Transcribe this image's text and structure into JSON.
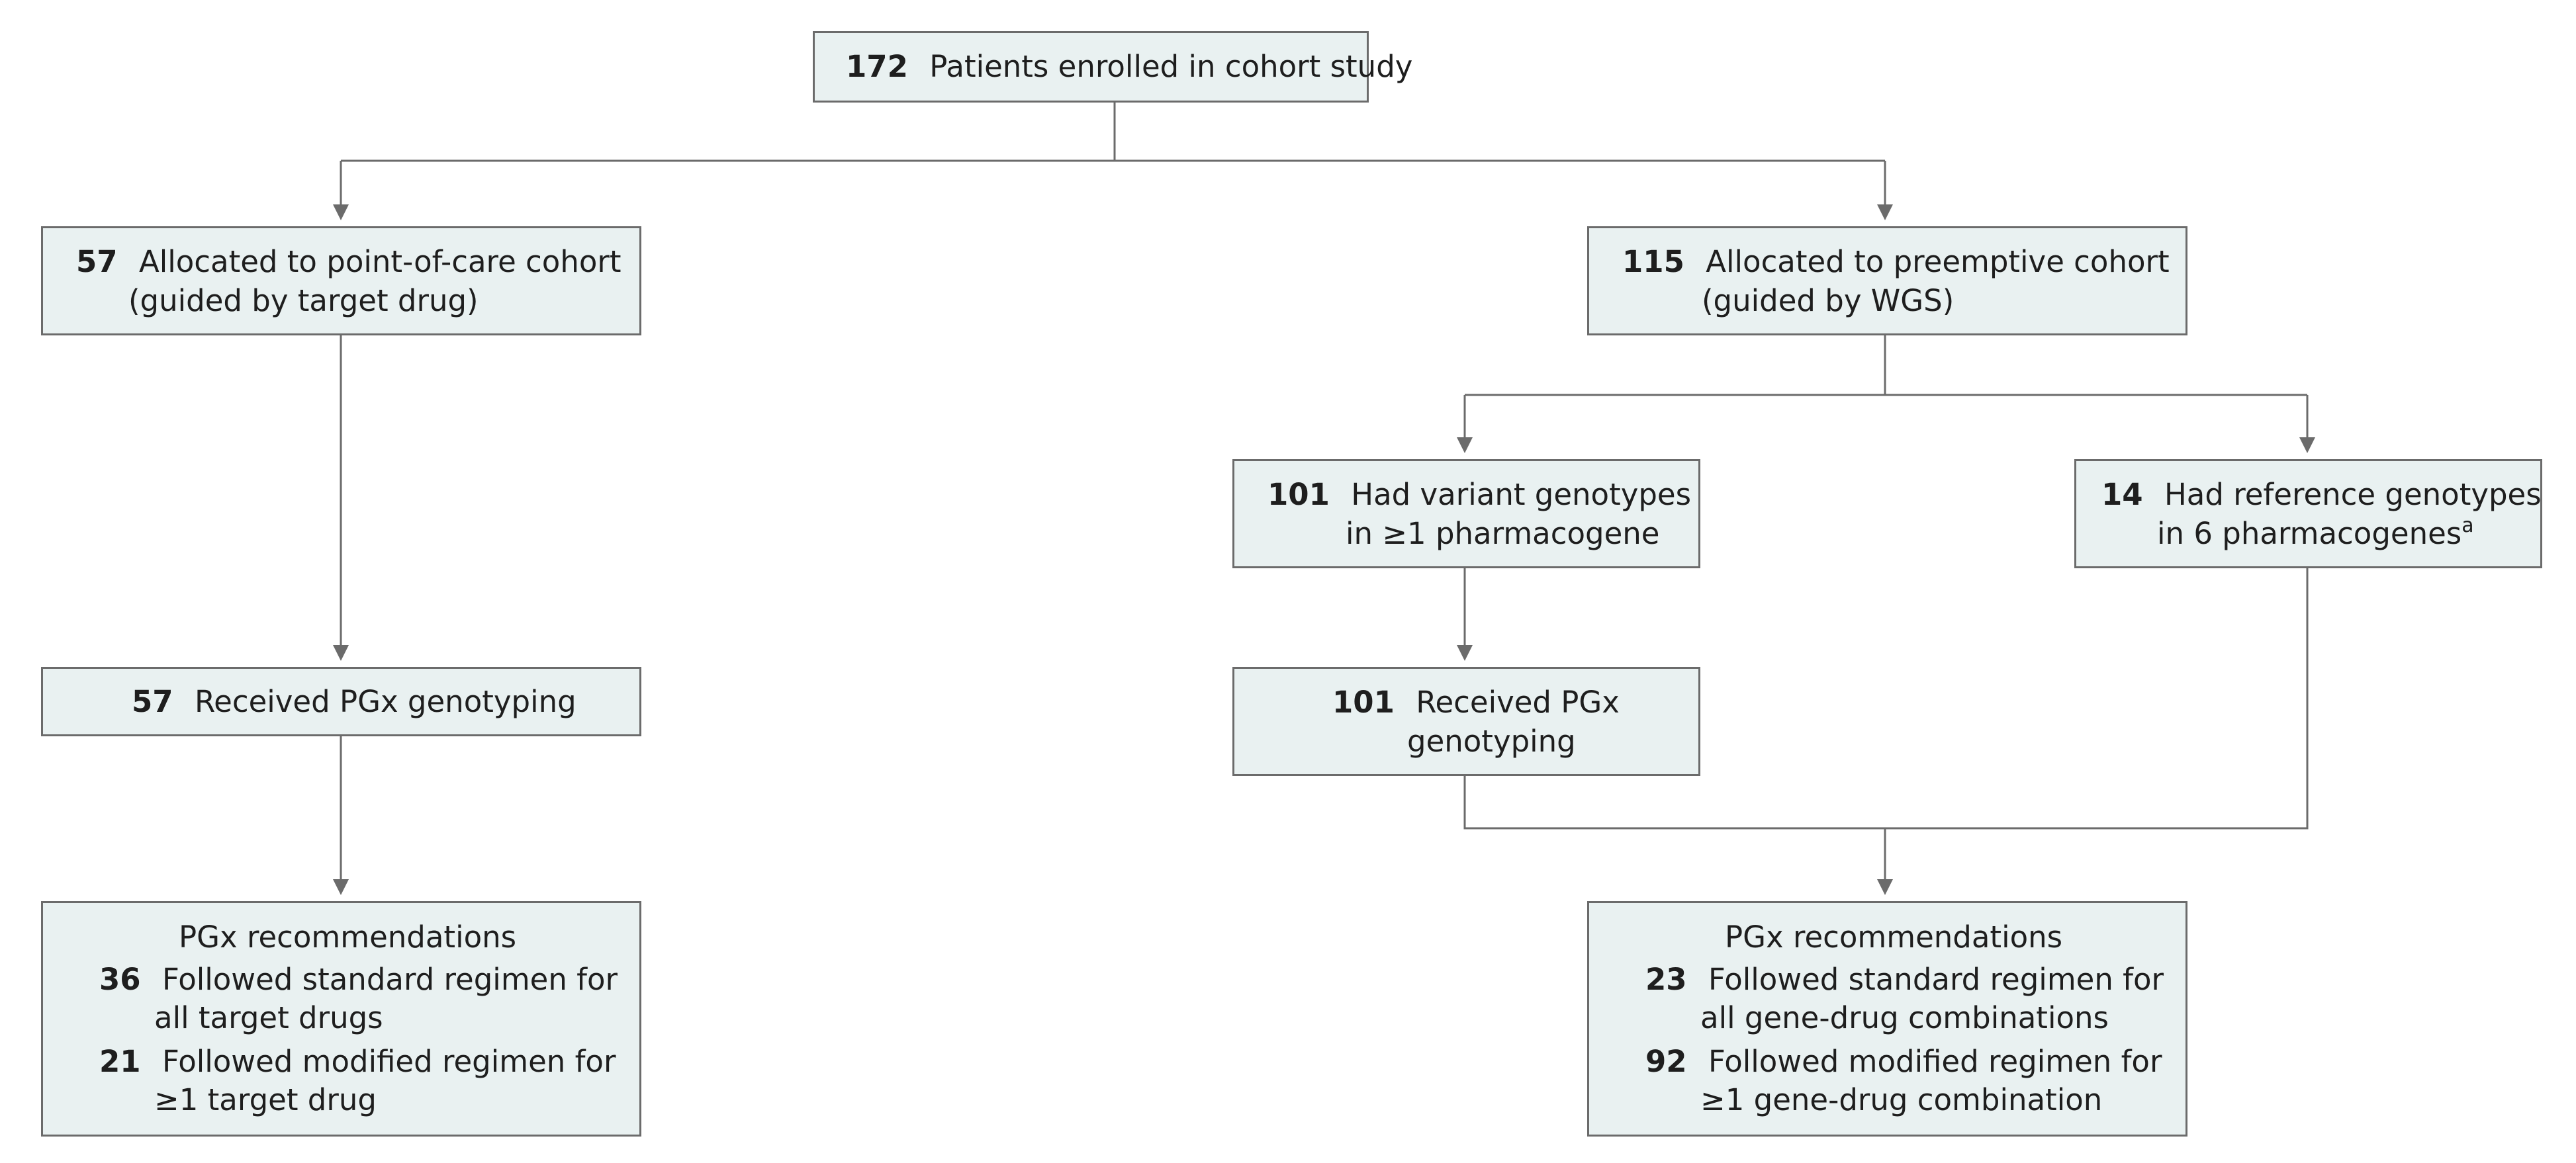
{
  "boxes": {
    "total": {
      "count": "172",
      "text": "Patients enrolled in cohort study"
    },
    "poc": {
      "count": "57",
      "line1": "Allocated to point-of-care cohort",
      "line2": "(guided by target drug)"
    },
    "pre": {
      "count": "115",
      "line1": "Allocated to preemptive cohort",
      "line2": "(guided by WGS)"
    },
    "variant": {
      "count": "101",
      "line1": "Had variant genotypes",
      "line2": "in ≥1 pharmacogene"
    },
    "reference": {
      "count": "14",
      "line1": "Had reference genotypes",
      "line2": "in 6 pharmacogenes",
      "footnote": "a"
    },
    "poc_genotyping": {
      "count": "57",
      "text": "Received PGx genotyping"
    },
    "var_genotyping": {
      "count": "101",
      "line1": "Received PGx",
      "line2": "genotyping"
    },
    "poc_recs": {
      "title": "PGx recommendations",
      "items": [
        {
          "count": "36",
          "line1": "Followed standard regimen for",
          "line2": "all target drugs"
        },
        {
          "count": "21",
          "line1": "Followed modified regimen for",
          "line2": "≥1 target drug"
        }
      ]
    },
    "pre_recs": {
      "title": "PGx recommendations",
      "items": [
        {
          "count": "23",
          "line1": "Followed standard regimen for",
          "line2": "all gene-drug combinations"
        },
        {
          "count": "92",
          "line1": "Followed modified regimen for",
          "line2": "≥1 gene-drug combination"
        }
      ]
    }
  },
  "colors": {
    "box_fill": "#e9f1f1",
    "box_border": "#6b6b6b",
    "connector": "#6b6b6b",
    "text": "#1e1e1e"
  }
}
